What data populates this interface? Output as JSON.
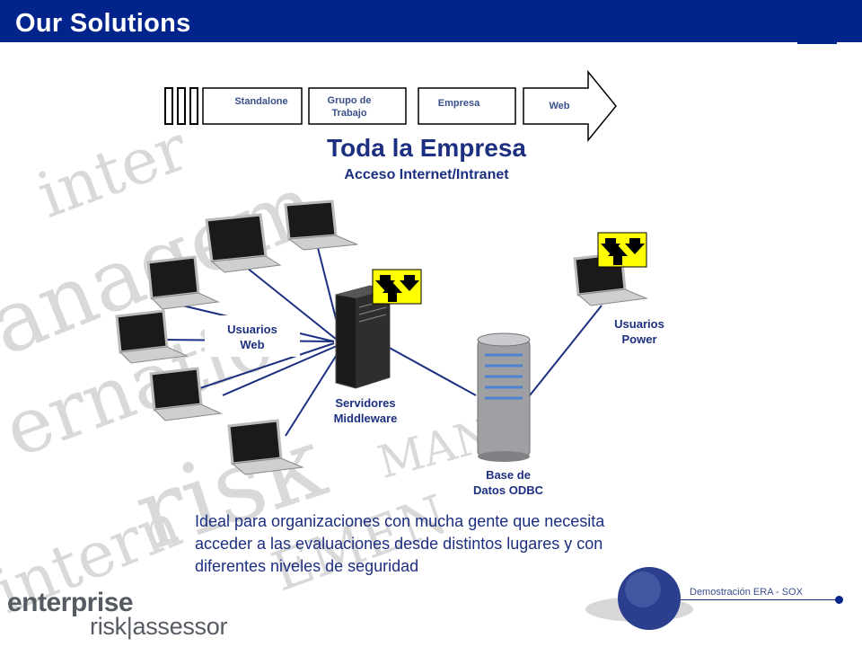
{
  "header": {
    "title": "Our Solutions"
  },
  "stages": [
    "Standalone",
    "Grupo de Trabajo",
    "Empresa",
    "Web"
  ],
  "main": {
    "title": "Toda la Empresa",
    "subtitle": "Acceso Internet/Intranet"
  },
  "labels": {
    "usuarios_web_1": "Usuarios",
    "usuarios_web_2": "Web",
    "servidores_1": "Servidores",
    "servidores_2": "Middleware",
    "base_1": "Base de",
    "base_2": "Datos ODBC",
    "power_1": "Usuarios",
    "power_2": "Power"
  },
  "description": "Ideal para organizaciones con mucha gente que necesita acceder a las evaluaciones desde distintos lugares y con diferentes niveles de seguridad",
  "footer": {
    "text": "Demostración ERA - SOX"
  },
  "logo": {
    "line1": "enterprise",
    "line2": "risk|assessor"
  },
  "colors": {
    "brand": "#00248c",
    "text": "#1c2f80",
    "arrow_badge": "#ffff00"
  }
}
